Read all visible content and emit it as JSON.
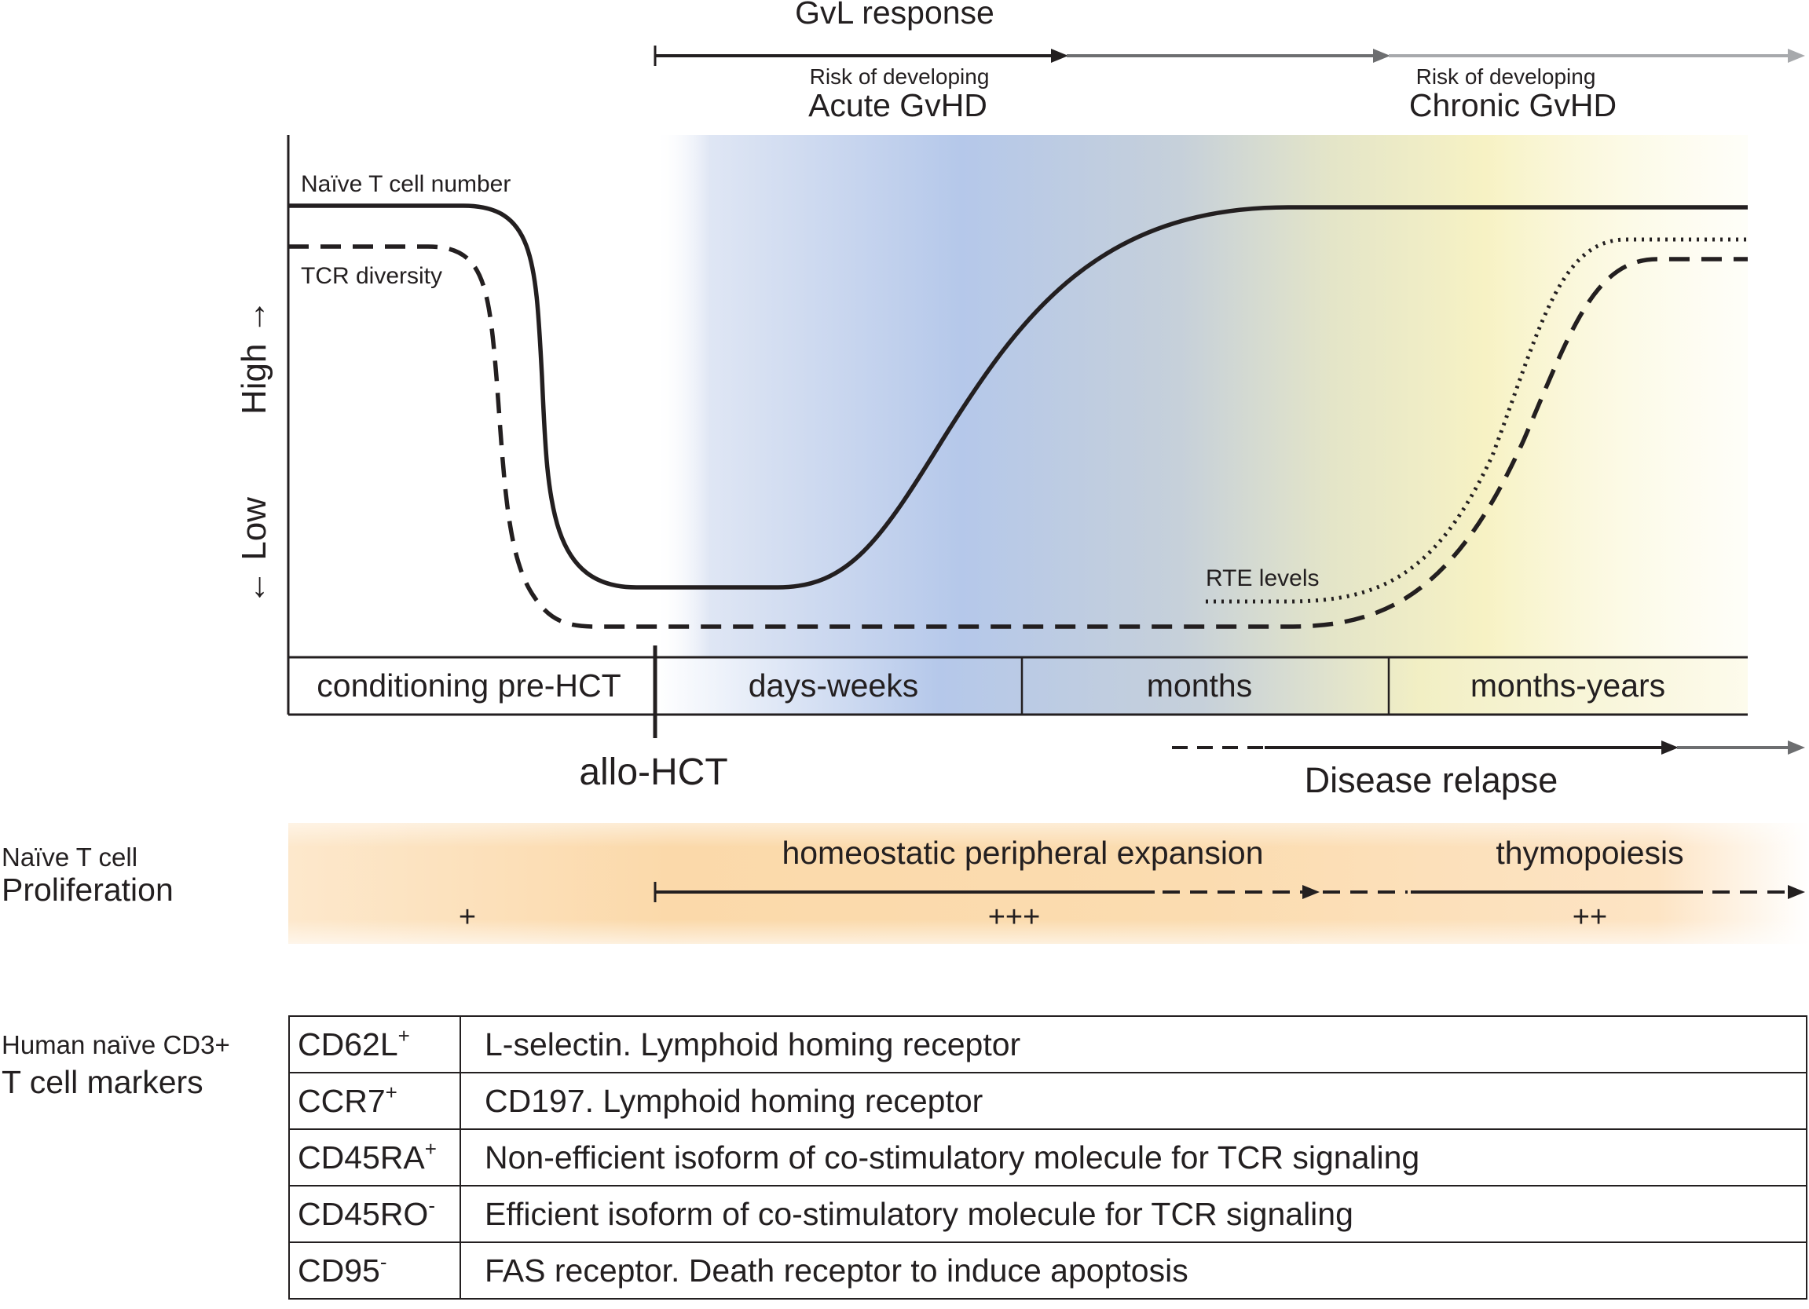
{
  "top": {
    "gvl_response": "GvL response",
    "acute_small": "Risk of developing",
    "acute_large": "Acute GvHD",
    "chronic_small": "Risk of developing",
    "chronic_large": "Chronic GvHD"
  },
  "chart": {
    "y_high": "High →",
    "y_low": "← Low",
    "naive_label": "Naïve T cell number",
    "tcr_label": "TCR diversity",
    "rte_label": "RTE levels"
  },
  "timeline": {
    "conditioning": "conditioning pre-HCT",
    "days_weeks": "days-weeks",
    "months": "months",
    "months_years": "months-years",
    "allo_hct": "allo-HCT",
    "disease_relapse": "Disease relapse"
  },
  "proliferation": {
    "title_small": "Naïve T cell",
    "title_large": "Proliferation",
    "homeostatic": "homeostatic peripheral expansion",
    "thymopoiesis": "thymopoiesis",
    "plus_pre": "+",
    "plus_mid": "+++",
    "plus_late": "++"
  },
  "markers": {
    "title_small": "Human naïve CD3+",
    "title_large": "T cell markers",
    "rows": [
      {
        "marker": "CD62L",
        "sign": "+",
        "description": "L-selectin. Lymphoid homing receptor"
      },
      {
        "marker": "CCR7",
        "sign": "+",
        "description": "CD197. Lymphoid homing receptor"
      },
      {
        "marker": "CD45RA",
        "sign": "+",
        "description": "Non-efficient isoform of co-stimulatory molecule for TCR signaling"
      },
      {
        "marker": "CD45RO",
        "sign": "-",
        "description": "Efficient isoform of co-stimulatory molecule for TCR signaling"
      },
      {
        "marker": "CD95",
        "sign": "-",
        "description": "FAS receptor. Death receptor to induce apoptosis"
      }
    ]
  },
  "colors": {
    "ink": "#231f20",
    "early_blue": "#b3c6e8",
    "late_yellow": "#f7f2c4",
    "proliferation_orange": "#fbd9aa"
  }
}
